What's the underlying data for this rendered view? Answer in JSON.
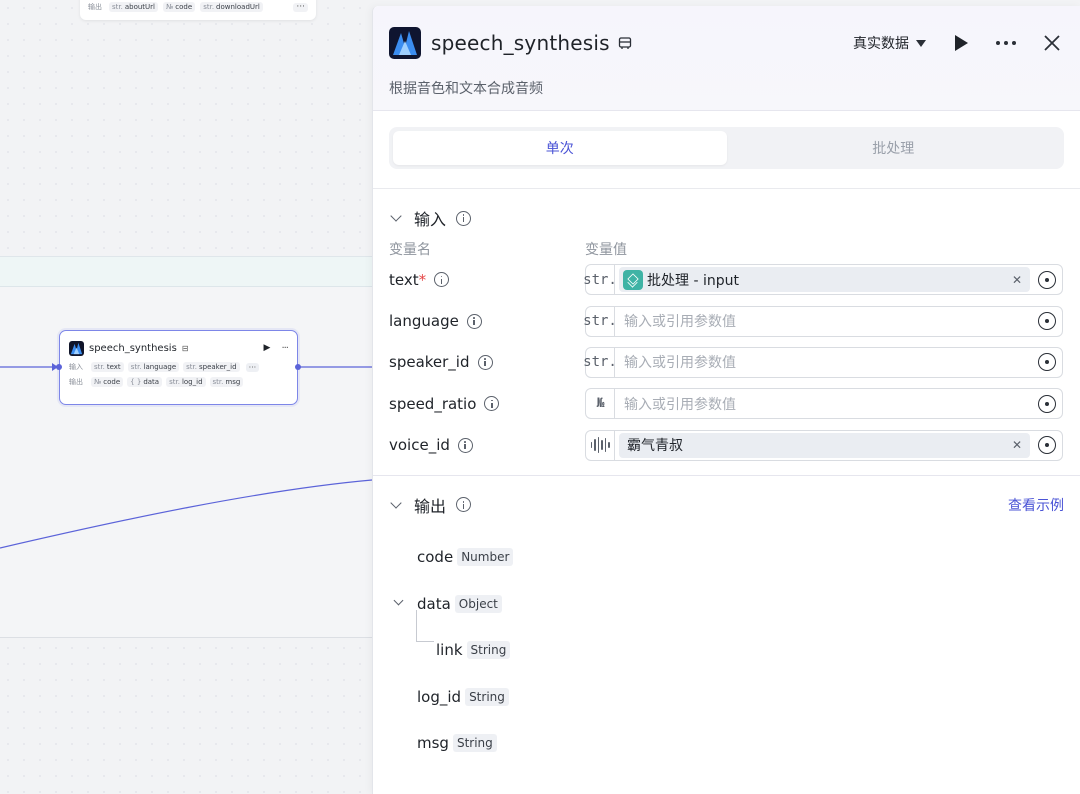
{
  "canvas": {
    "top_node": {
      "output_label": "输出",
      "vars": [
        {
          "type": "str.",
          "name": "aboutUrl"
        },
        {
          "type": "№",
          "name": "code"
        },
        {
          "type": "str.",
          "name": "downloadUrl"
        }
      ]
    },
    "node": {
      "title": "speech_synthesis",
      "input_label": "输入",
      "output_label": "输出",
      "inputs": [
        {
          "type": "str.",
          "name": "text"
        },
        {
          "type": "str.",
          "name": "language"
        },
        {
          "type": "str.",
          "name": "speaker_id"
        }
      ],
      "outputs": [
        {
          "type": "№",
          "name": "code"
        },
        {
          "type": "{ }",
          "name": "data"
        },
        {
          "type": "str.",
          "name": "log_id"
        },
        {
          "type": "str.",
          "name": "msg"
        }
      ]
    }
  },
  "panel": {
    "title": "speech_synthesis",
    "description": "根据音色和文本合成音频",
    "data_mode": "真实数据",
    "tabs": [
      {
        "label": "单次",
        "active": true
      },
      {
        "label": "批处理",
        "active": false
      }
    ],
    "input_section": {
      "title": "输入",
      "col_name": "变量名",
      "col_value": "变量值",
      "params": [
        {
          "name": "text",
          "required": "*",
          "type": "str.",
          "kind": "ref",
          "value": "批处理 - input"
        },
        {
          "name": "language",
          "type": "str.",
          "kind": "empty",
          "placeholder": "输入或引用参数值"
        },
        {
          "name": "speaker_id",
          "type": "str.",
          "kind": "empty",
          "placeholder": "输入或引用参数值"
        },
        {
          "name": "speed_ratio",
          "type": "№",
          "kind": "empty",
          "placeholder": "输入或引用参数值"
        },
        {
          "name": "voice_id",
          "type": "voice",
          "kind": "voice",
          "value": "霸气青叔"
        }
      ]
    },
    "output_section": {
      "title": "输出",
      "see_example": "查看示例",
      "fields": [
        {
          "name": "code",
          "type": "Number"
        },
        {
          "name": "data",
          "type": "Object"
        },
        {
          "name": "link",
          "type": "String"
        },
        {
          "name": "log_id",
          "type": "String"
        },
        {
          "name": "msg",
          "type": "String"
        }
      ]
    }
  },
  "colors": {
    "accent": "#4b54d6",
    "edge": "#5b63d9",
    "ref_icon": "#3fb3a5",
    "required": "#e54545"
  }
}
